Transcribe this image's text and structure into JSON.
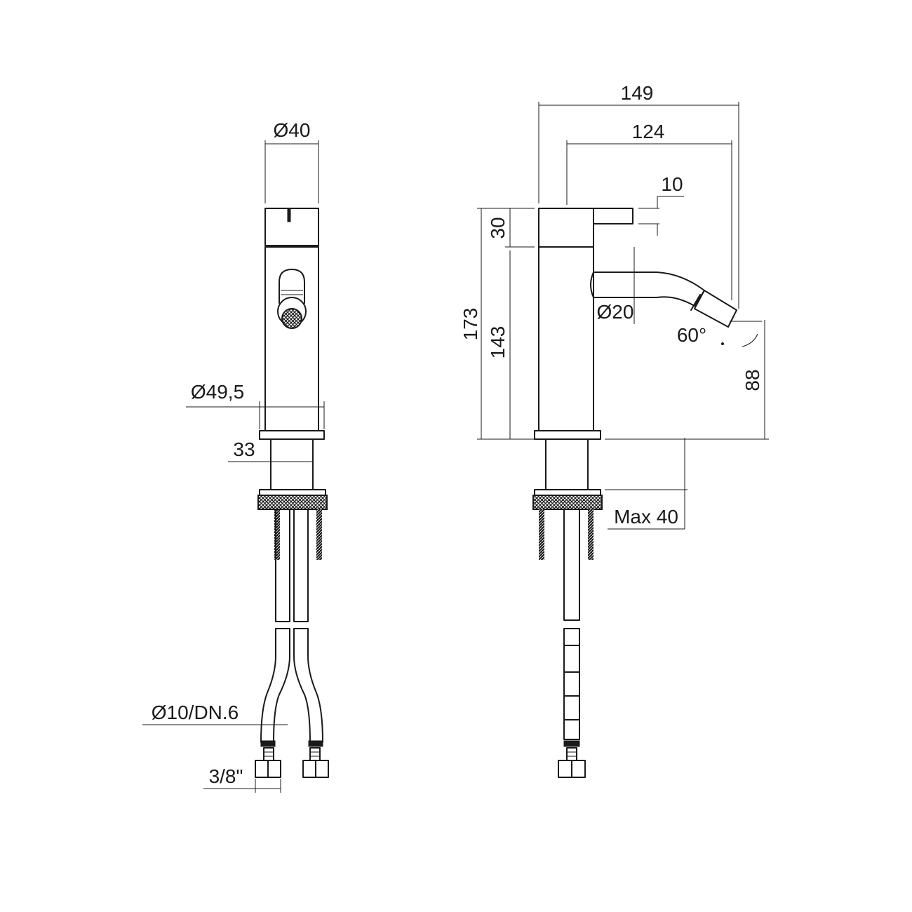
{
  "dimensions": {
    "front_body_diameter": "Ø40",
    "front_base_diameter": "Ø49,5",
    "front_shank_width": "33",
    "hose_diameter": "Ø10/DN.6",
    "connector_thread": "3/8\"",
    "side_total_projection": "149",
    "side_spout_projection": "124",
    "side_lever_height": "10",
    "side_cap_height": "30",
    "side_total_height": "173",
    "side_body_height": "143",
    "side_spout_diameter": "Ø20",
    "side_nozzle_angle": "60°",
    "side_outlet_height": "88",
    "side_max_thickness": "Max 40"
  }
}
